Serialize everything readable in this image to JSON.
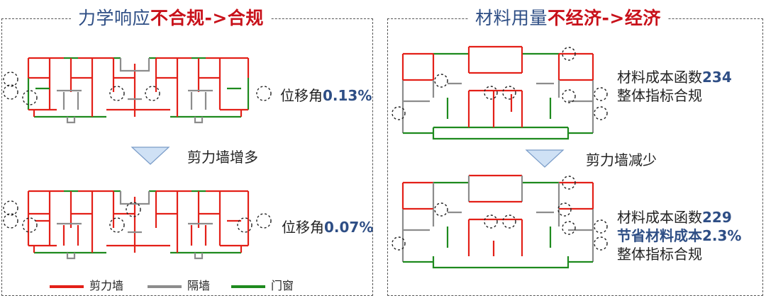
{
  "left_panel": {
    "title_prefix": "力学响应",
    "title_highlight": "不合规->合规",
    "top_plan": {
      "annotation_label": "位移角",
      "annotation_value": "0.13%"
    },
    "transition_label": "剪力墙增多",
    "bottom_plan": {
      "annotation_label": "位移角",
      "annotation_value": "0.07%"
    }
  },
  "right_panel": {
    "title_prefix": "材料用量",
    "title_highlight": "不经济->经济",
    "top_plan": {
      "cost_label": "材料成本函数",
      "cost_value": "234",
      "status": "整体指标合规"
    },
    "transition_label": "剪力墙减少",
    "bottom_plan": {
      "cost_label": "材料成本函数",
      "cost_value": "229",
      "saving": "节省材料成本2.3%",
      "status": "整体指标合规"
    }
  },
  "legend": [
    {
      "label": "剪力墙",
      "color": "#e32018"
    },
    {
      "label": "隔墙",
      "color": "#8c8c8c"
    },
    {
      "label": "门窗",
      "color": "#1e8a1e"
    }
  ]
}
